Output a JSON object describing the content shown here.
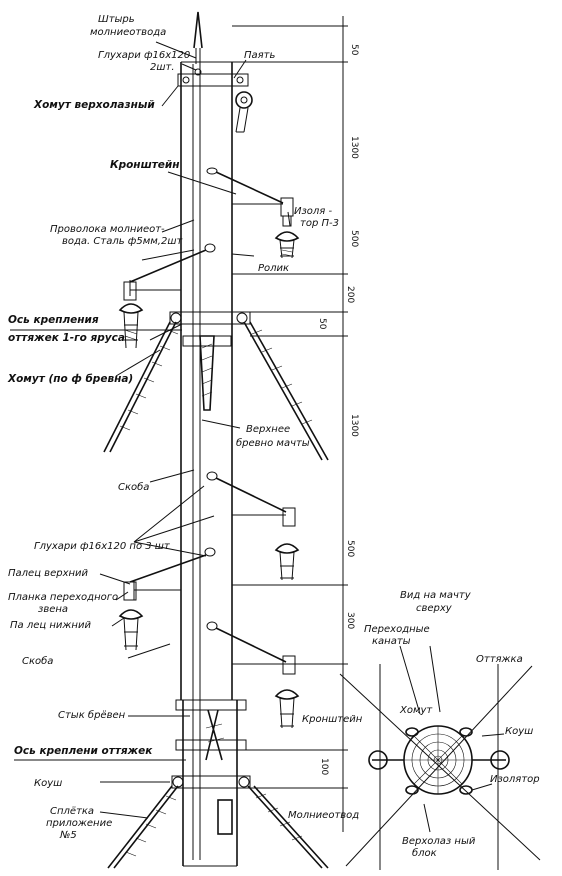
{
  "labels": {
    "lightning_rod": "Штырь молниеотвода",
    "solder": "Паять",
    "bolts_top": "Глухари ф16х120 2шт.",
    "clamp_climb": "Хомут верхолазный",
    "bracket": "Кронштейн",
    "insulator": "Изоля- тор П-3",
    "wire": "Проволока молниеот- вода. Сталь ф5мм,2шт",
    "roller": "Ролик",
    "guy_axis_1": "Ось крепления оттяжек 1-го яруса",
    "clamp_log": "Хомут (по ф бревна)",
    "upper_log": "Верхнее бревно мачты",
    "staple_1": "Скоба",
    "bolts_3": "Глухари ф16х120 по 3 шт",
    "finger_top": "Палец верхний",
    "plate": "Планка переходного звена",
    "finger_bottom": "Па лец нижний",
    "staple_2": "Скоба",
    "log_joint": "Стык брёвен",
    "guy_axis_2": "Ось креплени оттяжек",
    "thimble": "Коуш",
    "splice": "Сплётка приложение №5",
    "lightning": "Молниеотвод"
  },
  "dims": [
    "50",
    "1300",
    "500",
    "200",
    "50",
    "1300",
    "500",
    "300",
    "100"
  ],
  "inset": {
    "title": "Вид на мачту сверху",
    "transition_ropes": "Переходные канаты",
    "guy": "Оттяжка",
    "clamp": "Хомут",
    "thimble": "Коуш",
    "bracket": "Кронштейн",
    "insulator": "Изолятор",
    "lightning": "Молниеотвод",
    "top_block": "Верхолазный блок"
  }
}
